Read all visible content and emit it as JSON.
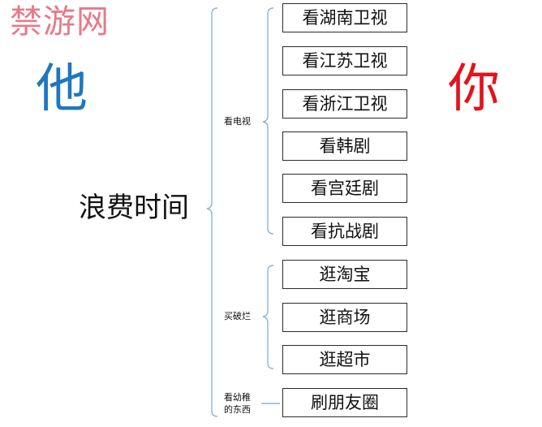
{
  "watermark": "禁游网",
  "left_char": "他",
  "right_char": "你",
  "root": "浪费时间",
  "categories": [
    {
      "label": "看电视",
      "items": [
        "看湖南卫视",
        "看江苏卫视",
        "看浙江卫视",
        "看韩剧",
        "看宫廷剧",
        "看抗战剧"
      ]
    },
    {
      "label": "买破烂",
      "items": [
        "逛淘宝",
        "逛商场",
        "逛超市"
      ]
    },
    {
      "label": "看幼稚的东西",
      "items": [
        "刷朋友圈"
      ]
    }
  ]
}
